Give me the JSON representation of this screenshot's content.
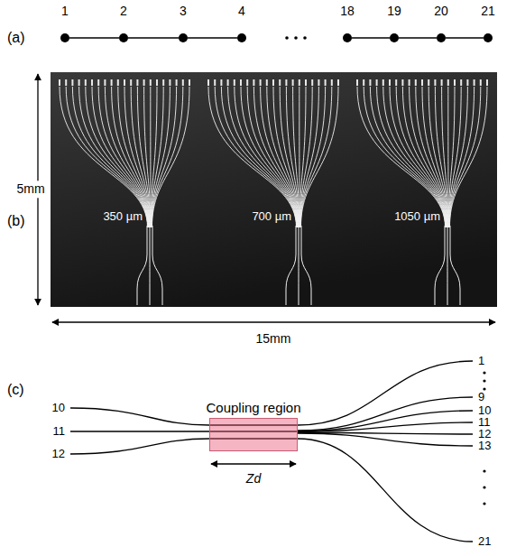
{
  "diagram": {
    "nodes": [
      {
        "text": [
          "1"
        ]
      },
      {
        "text": [
          "2"
        ]
      },
      {
        "text": [
          "3"
        ]
      },
      {
        "text": [
          "4"
        ]
      },
      {
        "text": [
          "18"
        ]
      },
      {
        "text": [
          "19"
        ]
      },
      {
        "text": [
          "20"
        ]
      },
      {
        "text": [
          "21"
        ]
      },
      {
        "text": [
          "Coupling region"
        ]
      }
    ],
    "edges": [
      {
        "from": 0,
        "to": 1,
        "arrow": "none"
      },
      {
        "from": 1,
        "to": 2,
        "arrow": "none"
      },
      {
        "from": 2,
        "to": 3,
        "arrow": "none"
      },
      {
        "from": 4,
        "to": 5,
        "arrow": "none"
      },
      {
        "from": 5,
        "to": 6,
        "arrow": "none"
      },
      {
        "from": 6,
        "to": 7,
        "arrow": "none"
      }
    ],
    "labels": [
      "(a)",
      "(b)",
      "(c)",
      "5mm",
      "15mm",
      "350 µm",
      "700 µm",
      "1050 µm",
      "10",
      "11",
      "12",
      "1",
      "9",
      "10",
      "11",
      "12",
      "13",
      "21",
      "Zd"
    ]
  }
}
